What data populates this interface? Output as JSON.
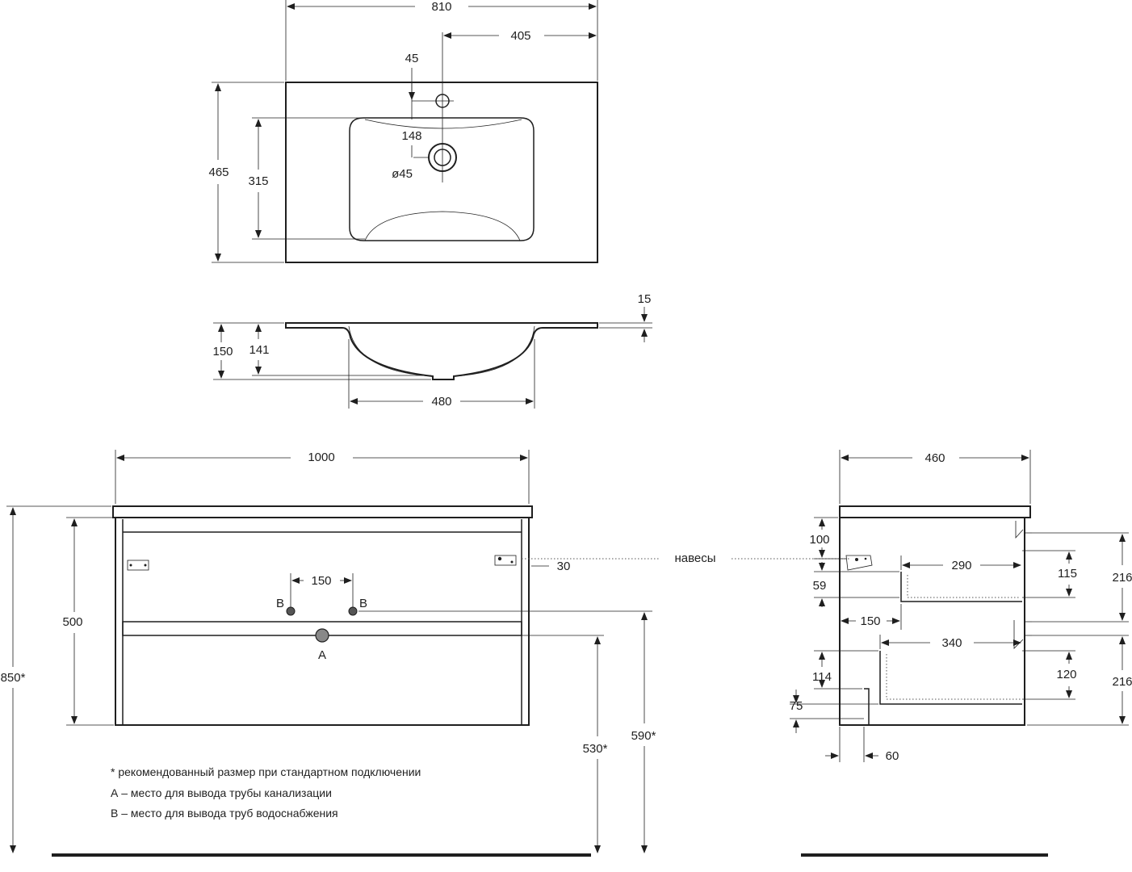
{
  "top_view": {
    "width": "810",
    "half_width": "405",
    "tap_offset": "45",
    "depth": "465",
    "bowl_depth": "315",
    "drain_offset": "148",
    "drain_diameter": "ø45"
  },
  "section_view": {
    "rim": "15",
    "height": "150",
    "bowl_height": "141",
    "bowl_width": "480"
  },
  "front_view": {
    "width": "1000",
    "height": "500",
    "total_height": "850*",
    "pipe_spacing": "150",
    "hinge_offset": "30",
    "point_b_left": "B",
    "point_b_right": "B",
    "point_a": "A",
    "drain_height": "530*",
    "supply_height": "590*"
  },
  "side_view": {
    "depth": "460",
    "hinge_label": "навесы",
    "hinge_height": "100",
    "upper_drawer_width": "290",
    "upper_drawer_gap": "59",
    "upper_drawer_height": "115",
    "upper_front": "216",
    "lower_offset": "150",
    "lower_drawer_width": "340",
    "lower_drawer_height": "120",
    "lower_front": "216",
    "lower_gap": "114",
    "plinth": "75",
    "plinth_depth": "60"
  },
  "notes": {
    "line1": "* рекомендованный размер при стандартном подключении",
    "line2": "А – место для вывода трубы канализации",
    "line3": "В – место для вывода труб водоснабжения"
  }
}
